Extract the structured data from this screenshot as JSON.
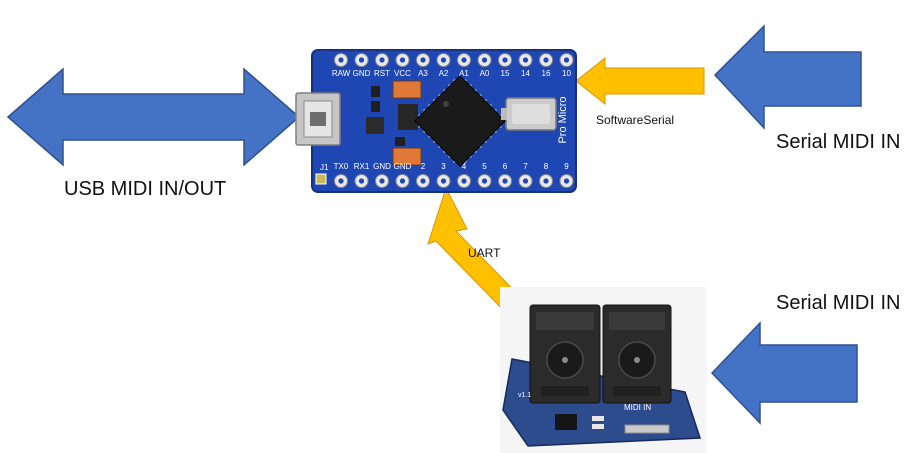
{
  "labels": {
    "usb": "USB MIDI IN/OUT",
    "software_serial": "SoftwareSerial",
    "serial_midi_top": "Serial MIDI IN",
    "uart": "UART",
    "serial_midi_bottom": "Serial MIDI IN"
  },
  "board": {
    "top_pins": [
      "RAW",
      "GND",
      "RST",
      "VCC",
      "A3",
      "A2",
      "A1",
      "A0",
      "15",
      "14",
      "16",
      "10"
    ],
    "bottom_pins": [
      "TX0",
      "RX1",
      "GND",
      "GND",
      "2",
      "3",
      "4",
      "5",
      "6",
      "7",
      "8",
      "9"
    ],
    "side_text": "Pro Micro",
    "jumper_text": "J1"
  },
  "breakout": {
    "silk_text": "MIDI IN",
    "version_text": "v1.1"
  },
  "colors": {
    "blue_arrow": "#4472c4",
    "blue_arrow_edge": "#2f528f",
    "orange_arrow": "#ffc000",
    "board_blue": "#1f47b4",
    "pcb_blue": "#2d4c8e"
  },
  "icons": {
    "usb_arrow": "double-headed-arrow-icon",
    "input_arrow": "left-arrow-icon",
    "orange_arrow": "arrow-icon"
  }
}
